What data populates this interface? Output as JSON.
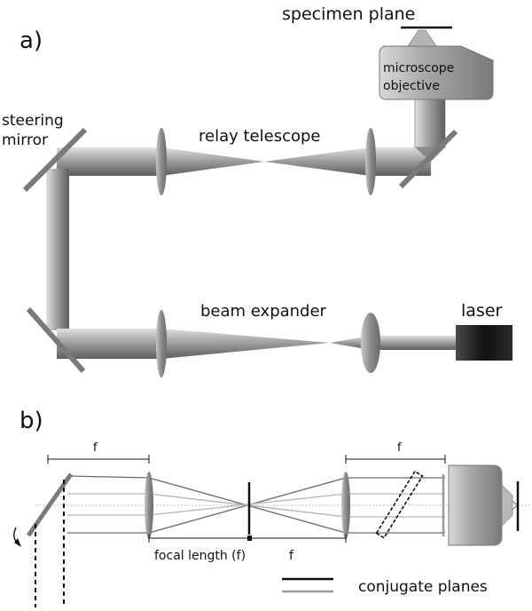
{
  "panel_a": {
    "tag": "a)",
    "labels": {
      "specimen_plane": "specimen plane",
      "objective_line1": "microscope",
      "objective_line2": "objective",
      "steering_line1": "steering",
      "steering_line2": "mirror",
      "relay_telescope": "relay telescope",
      "beam_expander": "beam expander",
      "laser": "laser"
    }
  },
  "panel_b": {
    "tag": "b)",
    "labels": {
      "f_left": "f",
      "f_right": "f",
      "focal_length": "focal length (f)",
      "f_bottom": "f"
    },
    "legend": {
      "label": "conjugate planes"
    }
  },
  "colors": {
    "beam_dark": "#6f6f6f",
    "beam_light": "#c9c9c9",
    "lens": "#8a8a8a",
    "mirror": "#7a7a7a",
    "laser_body": "#1a1a1a",
    "ray_dark": "#6a6a6a",
    "ray_light": "#b4b4b4",
    "plane_black": "#111111",
    "plane_gray": "#9a9a9a"
  }
}
